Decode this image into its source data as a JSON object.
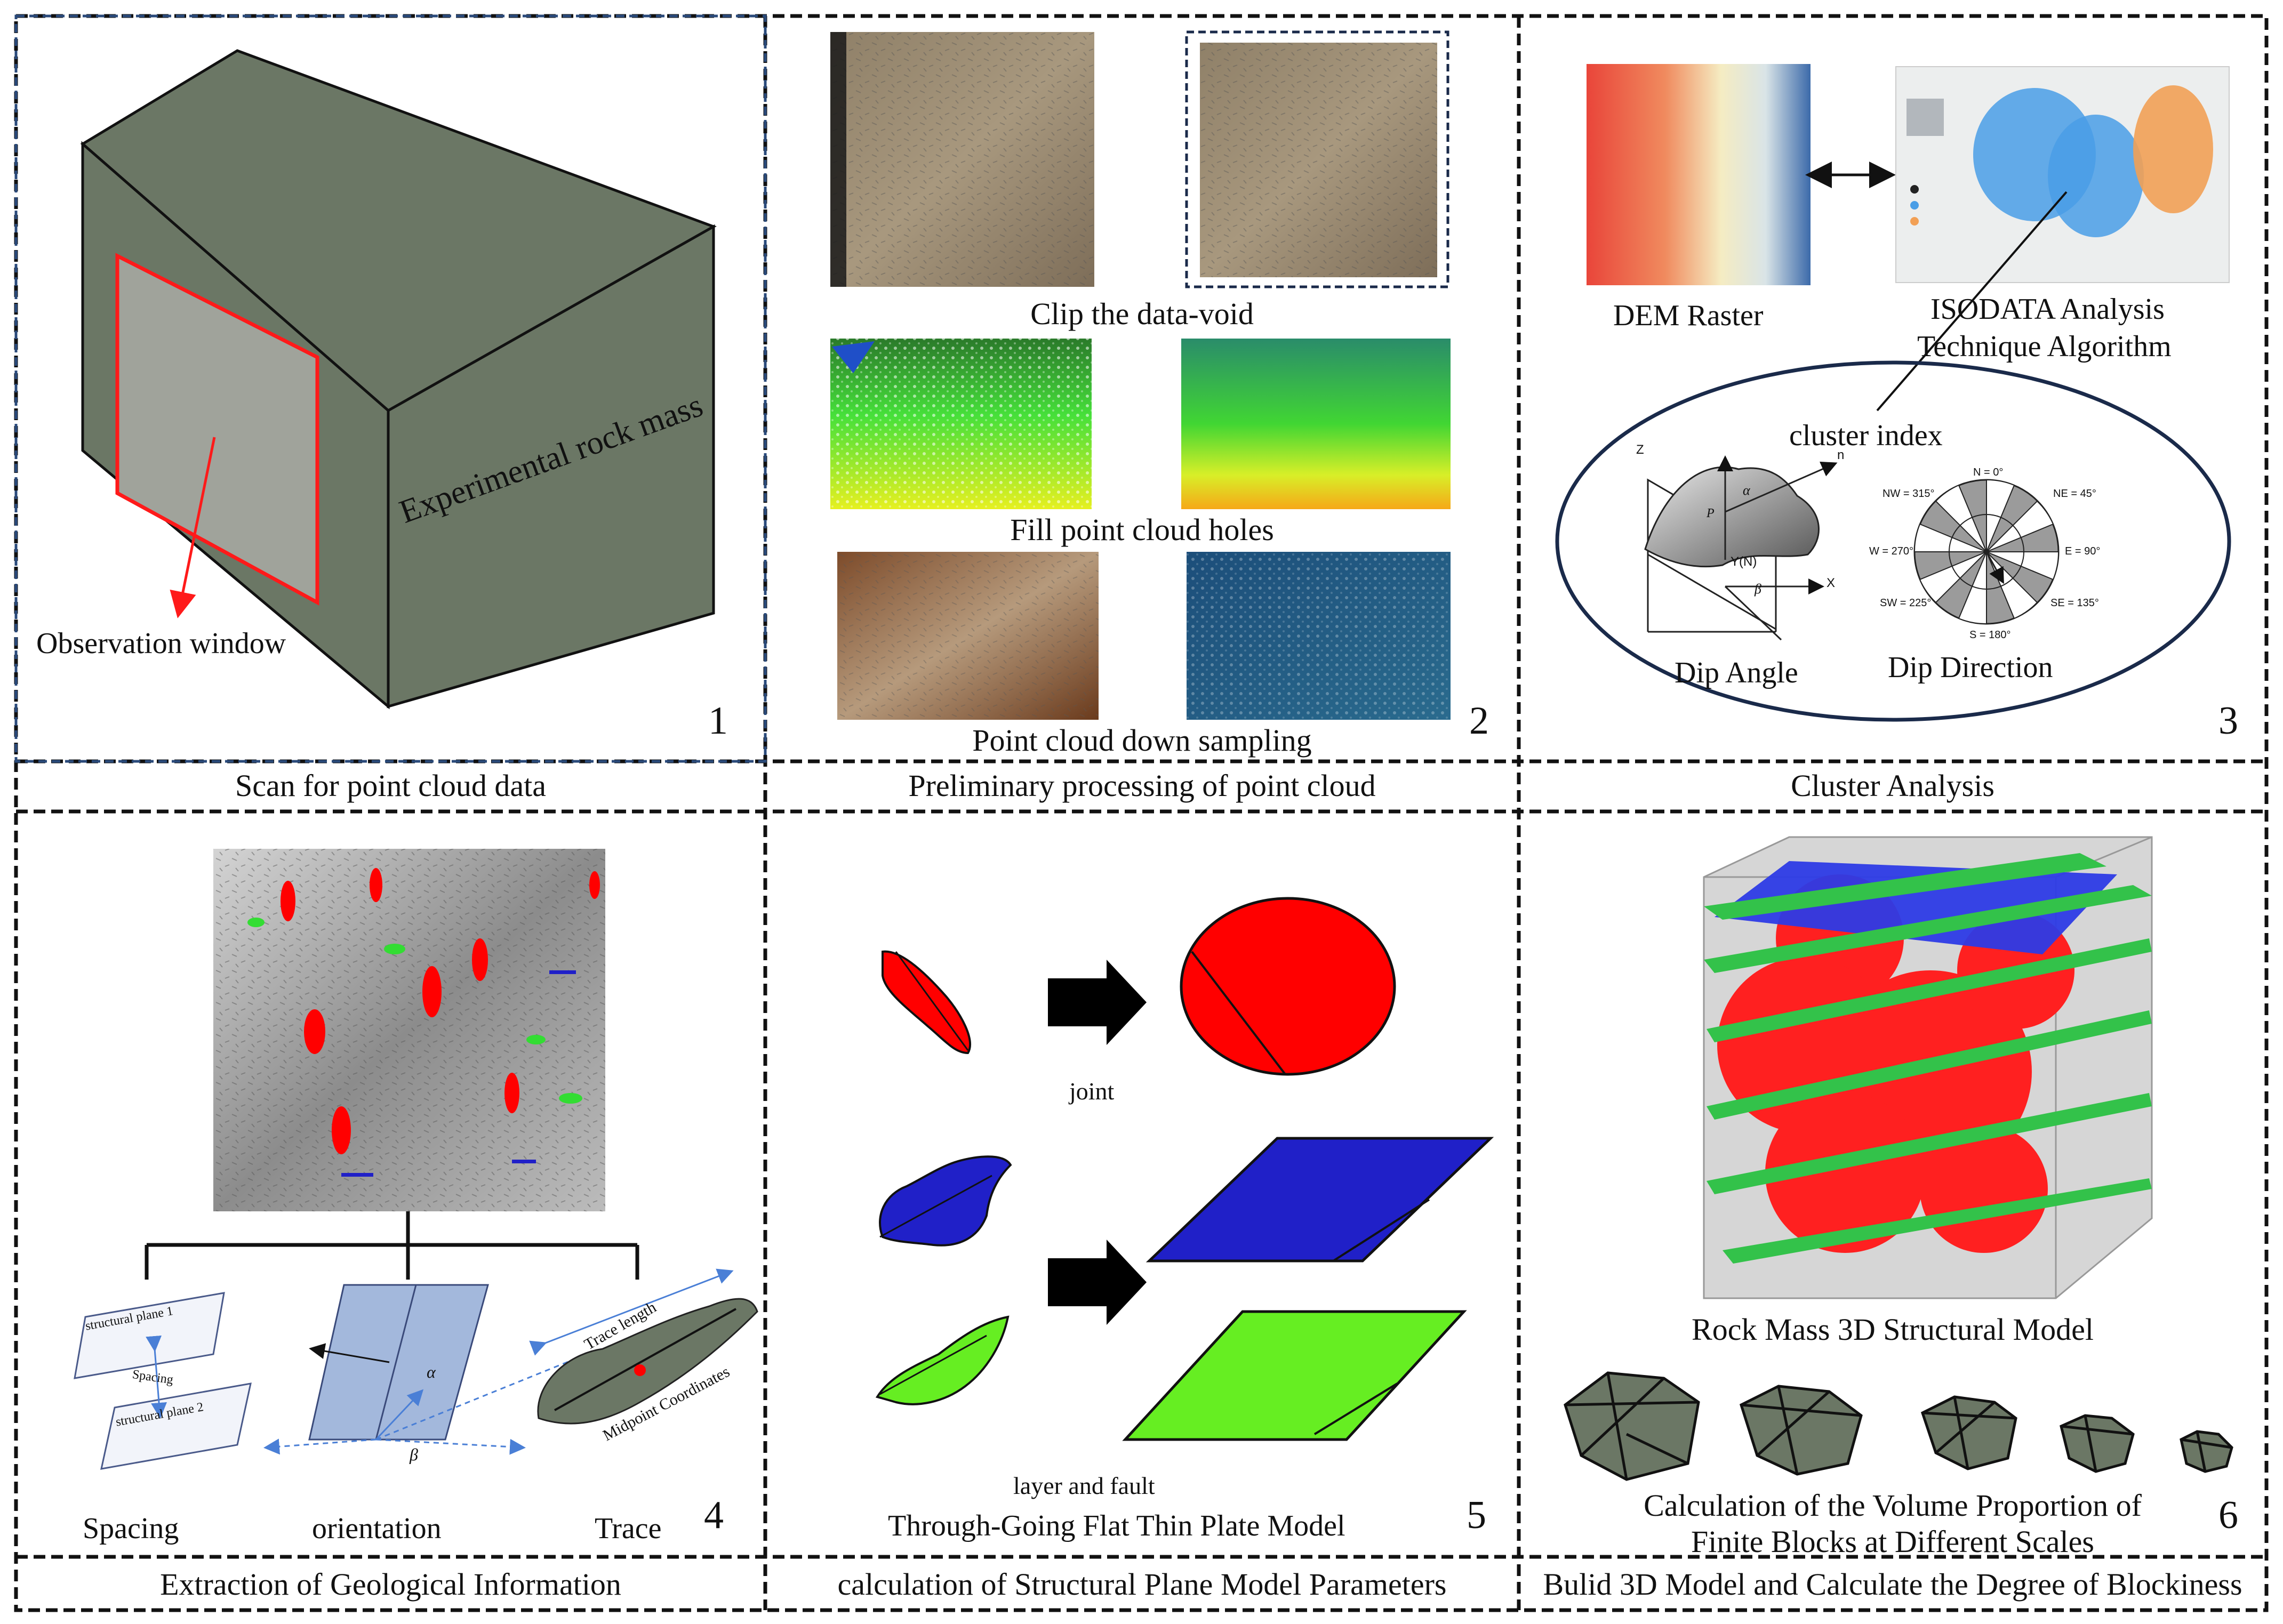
{
  "colors": {
    "frame_border": "#111111",
    "panel1_border": "#2a4a7a",
    "rock_box": "#6b7765",
    "window_red": "#ff1a1a",
    "joint_red": "#ff0000",
    "layer_blue": "#2020c8",
    "fault_green": "#66ee22"
  },
  "panel1": {
    "number": "1",
    "caption": "Scan for point cloud data",
    "box_label": "Experimental rock mass",
    "window_label": "Observation window"
  },
  "panel2": {
    "number": "2",
    "caption": "Preliminary processing of point cloud",
    "step1": "Clip the data-void",
    "step2": "Fill point cloud holes",
    "step3": "Point cloud down sampling"
  },
  "panel3": {
    "number": "3",
    "caption": "Cluster Analysis",
    "dem_label": "DEM Raster",
    "isodata_line1": "ISODATA Analysis",
    "isodata_line2": "Technique Algorithm",
    "cluster_index": "cluster index",
    "dip_angle": "Dip Angle",
    "dip_direction": "Dip Direction",
    "rose_labels": {
      "n": "N = 0°",
      "ne": "NE = 45°",
      "e": "E = 90°",
      "se": "SE = 135°",
      "s": "S = 180°",
      "sw": "SW = 225°",
      "w": "W = 270°",
      "nw": "NW = 315°"
    },
    "axis_labels": {
      "z": "Z",
      "x": "X",
      "yn": "Y(N)",
      "alpha": "α",
      "beta": "β",
      "n": "n",
      "p": "P"
    }
  },
  "panel4": {
    "number": "4",
    "caption": "Extraction of Geological Information",
    "spacing": "Spacing",
    "orientation": "orientation",
    "trace": "Trace",
    "plane1": "structural plane 1",
    "plane2": "structural plane 2",
    "spacing_small": "Spacing",
    "trace_length": "Trace length",
    "midpoint": "Midpoint Coordinates",
    "alpha": "α",
    "beta": "β"
  },
  "panel5": {
    "number": "5",
    "caption": "calculation of Structural Plane Model Parameters",
    "joint": "joint",
    "layer_fault": "layer and fault",
    "model": "Through-Going Flat Thin Plate Model"
  },
  "panel6": {
    "number": "6",
    "caption": "Bulid 3D Model and Calculate the Degree of Blockiness",
    "model_label": "Rock Mass 3D Structural Model",
    "volume_line1": "Calculation of the Volume Proportion of",
    "volume_line2": "Finite Blocks at Different Scales"
  }
}
